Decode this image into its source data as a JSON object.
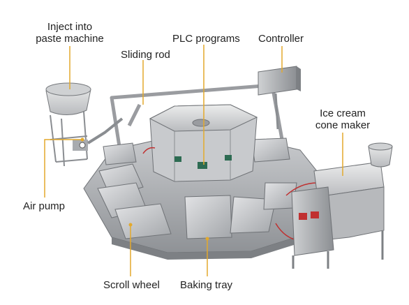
{
  "labels": {
    "inject": [
      "Inject into",
      "paste machine"
    ],
    "sliding_rod": "Sliding rod",
    "plc": "PLC programs",
    "controller": "Controller",
    "cone_maker": [
      "Ice cream",
      "cone maker"
    ],
    "air_pump": "Air pump",
    "scroll_wheel": "Scroll wheel",
    "baking_tray": "Baking tray"
  },
  "colors": {
    "leader": "#e3a92c",
    "steel_light": "#d9dadc",
    "steel_mid": "#b4b6b9",
    "steel_dark": "#7d8084",
    "frame": "#9a9ca0",
    "panel_green": "#2d6b52",
    "hose_red": "#c03030"
  }
}
